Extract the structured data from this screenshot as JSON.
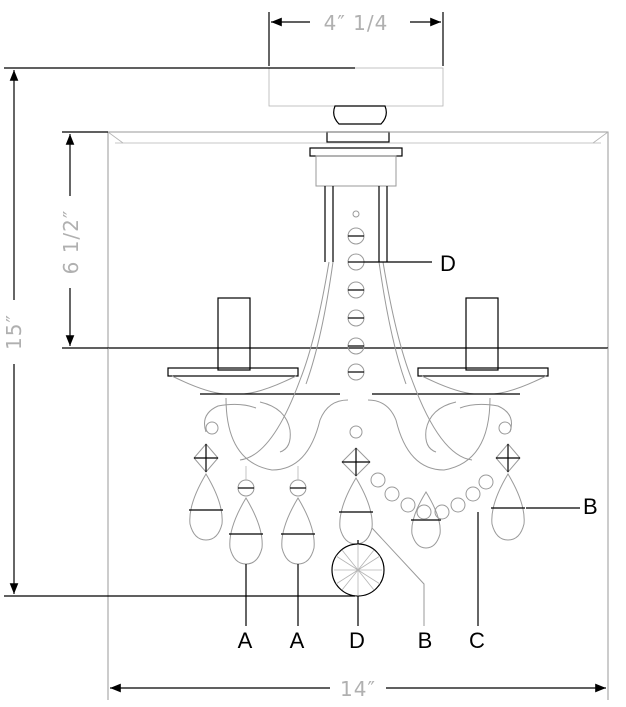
{
  "dimensions": {
    "top_width": "4″ 1/4",
    "shade_height": "6 1/2″",
    "total_height": "15″",
    "total_width": "14″"
  },
  "labels": {
    "d_top": "D",
    "b_right": "B",
    "a1": "A",
    "a2": "A",
    "d_bottom": "D",
    "b_bottom": "B",
    "c": "C"
  }
}
